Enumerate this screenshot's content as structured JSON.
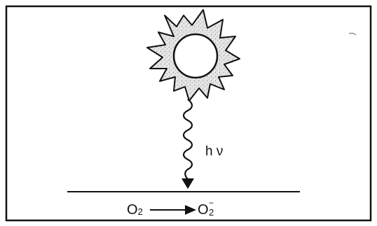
{
  "diagram": {
    "photon_label": "h ν",
    "reaction": {
      "reactant": "O2",
      "reactant_sub": "2",
      "reactant_base": "O",
      "product_base": "O",
      "product_sub": "2",
      "product_sup": "−"
    },
    "colors": {
      "ink": "#111111",
      "sun_fill": "#d9d9d9",
      "background": "#ffffff"
    },
    "icons": {
      "sun": "sun-icon",
      "photon": "wavy-photon-arrow",
      "reaction_arrow": "right-arrow"
    }
  }
}
